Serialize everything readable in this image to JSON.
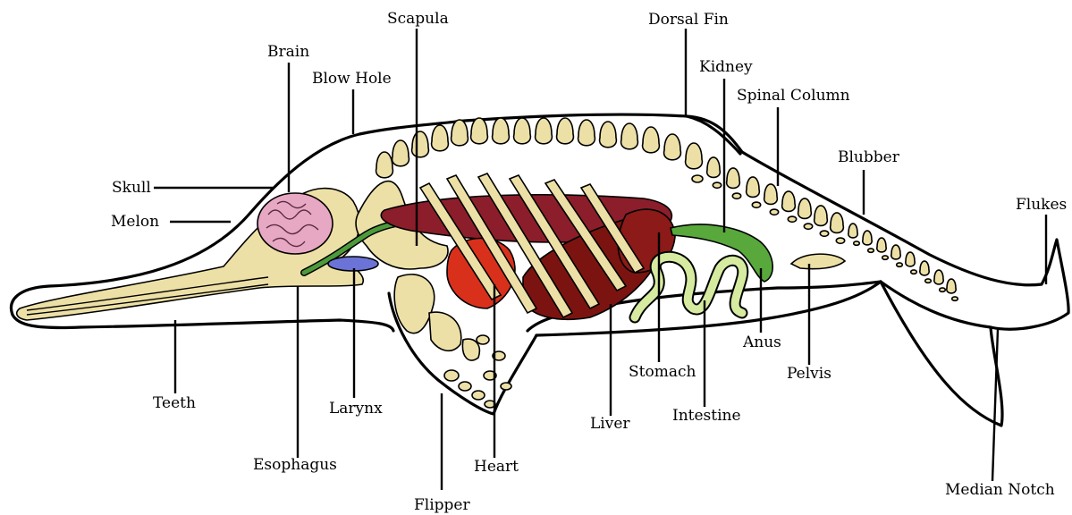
{
  "colors": {
    "bone": "#ede0a6",
    "brain": "#e6a8c2",
    "lung": "#8b1e2a",
    "liver": "#7b1410",
    "heart": "#d9301c",
    "stomach": "#8b1a18",
    "esophagus": "#4d9a3c",
    "kidney": "#58a83c",
    "intestine": "#d6eba0",
    "larynx": "#6b73d6"
  },
  "labels": {
    "scapula": "Scapula",
    "dorsal_fin": "Dorsal Fin",
    "brain": "Brain",
    "blow_hole": "Blow Hole",
    "kidney": "Kidney",
    "spinal_column": "Spinal Column",
    "blubber": "Blubber",
    "skull": "Skull",
    "melon": "Melon",
    "flukes": "Flukes",
    "teeth": "Teeth",
    "larynx": "Larynx",
    "esophagus": "Esophagus",
    "flipper": "Flipper",
    "heart": "Heart",
    "liver": "Liver",
    "stomach": "Stomach",
    "intestine": "Intestine",
    "anus": "Anus",
    "pelvis": "Pelvis",
    "median_notch": "Median Notch"
  }
}
